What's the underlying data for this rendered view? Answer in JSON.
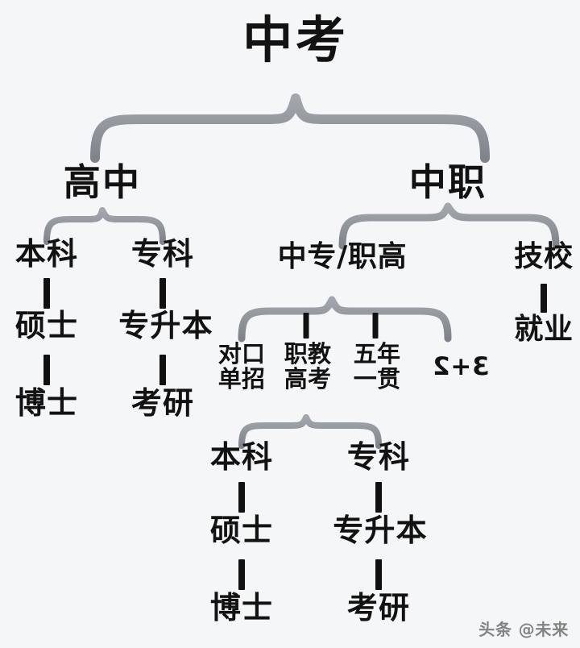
{
  "meta": {
    "background_color": "#f4f6f8",
    "text_color": "#121212",
    "brace_color": "#8c9096",
    "watermark_color": "#6f6f6f"
  },
  "watermark": {
    "text": "头条 @未来"
  },
  "diagram": {
    "type": "tree",
    "title": "中考",
    "nodes": {
      "root": "中考",
      "senior_high": "高中",
      "vocational": "中职",
      "sh_bachelor": "本科",
      "sh_master": "硕士",
      "sh_doctor": "博士",
      "sh_college": "专科",
      "sh_upgrade": "专升本",
      "sh_postgrad": "考研",
      "voc_secondary": "中专/职高",
      "voc_tech_school": "技校",
      "voc_employment": "就业",
      "path_duikou": "对口\n单招",
      "path_zhijiao": "职教\n高考",
      "path_wunian": "五年\n一贯",
      "path_three_plus_two": "3+2",
      "b_bachelor": "本科",
      "b_master": "硕士",
      "b_doctor": "博士",
      "b_college": "专科",
      "b_upgrade": "专升本",
      "b_postgrad": "考研"
    },
    "edges": [
      {
        "from": "中考",
        "to": "高中"
      },
      {
        "from": "中考",
        "to": "中职"
      },
      {
        "from": "高中",
        "to": "本科"
      },
      {
        "from": "高中",
        "to": "专科"
      },
      {
        "from": "本科",
        "to": "硕士"
      },
      {
        "from": "硕士",
        "to": "博士"
      },
      {
        "from": "专科",
        "to": "专升本"
      },
      {
        "from": "专升本",
        "to": "考研"
      },
      {
        "from": "中职",
        "to": "中专/职高"
      },
      {
        "from": "中职",
        "to": "技校"
      },
      {
        "from": "技校",
        "to": "就业"
      },
      {
        "from": "中专/职高",
        "to": "对口单招"
      },
      {
        "from": "中专/职高",
        "to": "职教高考"
      },
      {
        "from": "中专/职高",
        "to": "五年一贯"
      },
      {
        "from": "中专/职高",
        "to": "3+2"
      },
      {
        "from": "职教高考",
        "to": "本科"
      },
      {
        "from": "五年一贯",
        "to": "专科"
      },
      {
        "from": "本科",
        "to": "硕士"
      },
      {
        "from": "硕士",
        "to": "博士"
      },
      {
        "from": "专科",
        "to": "专升本"
      },
      {
        "from": "专升本",
        "to": "考研"
      }
    ]
  }
}
